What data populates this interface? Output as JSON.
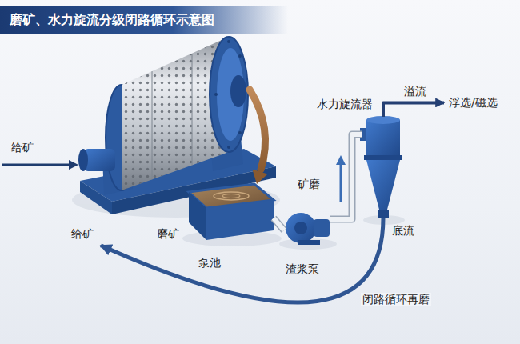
{
  "diagram": {
    "title": "磨矿、水力旋流分级闭路循环示意图",
    "nodes": [
      {
        "text": [
          "泵池"
        ]
      },
      {
        "text": [
          "渣浆泵"
        ]
      },
      {
        "text": [
          "水力旋流器"
        ]
      },
      {
        "text": [
          "浮选/磁选"
        ]
      },
      {
        "text": [
          "给矿"
        ]
      }
    ],
    "edges": [
      {
        "from": 0,
        "to": 1,
        "arrow": "none"
      },
      {
        "from": 1,
        "to": 2,
        "arrow": "none"
      },
      {
        "from": 2,
        "to": 3,
        "arrow": "to",
        "label": "溢流"
      },
      {
        "from": 2,
        "to": 4,
        "arrow": "to",
        "label": "闭路循环再磨"
      }
    ],
    "labels": [
      "给矿",
      "磨矿",
      "矿磨",
      "底流"
    ]
  }
}
